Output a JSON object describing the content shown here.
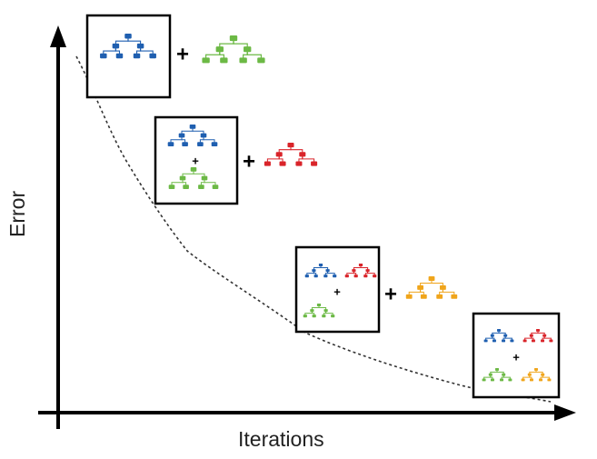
{
  "axes": {
    "x_label": "Iterations",
    "y_label": "Error"
  },
  "symbols": {
    "plus": "+"
  },
  "colors": {
    "blue": "#1f5fb0",
    "green": "#6cb945",
    "red": "#d9242a",
    "orange": "#f0a51b",
    "axis": "#000000",
    "frame": "#000000",
    "curve": "#333333"
  },
  "stages": [
    {
      "ensemble": [
        "blue"
      ],
      "new_tree": "green"
    },
    {
      "ensemble": [
        "blue",
        "green"
      ],
      "new_tree": "red"
    },
    {
      "ensemble": [
        "blue",
        "red",
        "green"
      ],
      "new_tree": "orange"
    },
    {
      "ensemble": [
        "blue",
        "red",
        "green",
        "orange"
      ],
      "new_tree": null
    }
  ]
}
